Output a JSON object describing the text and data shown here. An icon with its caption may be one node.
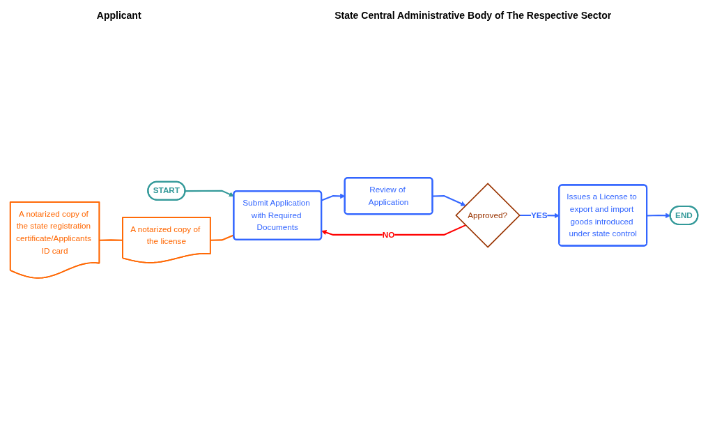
{
  "diagram": {
    "nodes": [
      {
        "text": [
          "START"
        ]
      },
      {
        "text": [
          "A notarized copy of the state registration certificate/Applicants ID card"
        ]
      },
      {
        "text": [
          "A notarized copy of the license"
        ]
      },
      {
        "text": [
          "Submit Application with Required Documents"
        ]
      },
      {
        "text": [
          "Review of Application"
        ]
      },
      {
        "text": [
          "Approved?"
        ]
      },
      {
        "text": [
          "Issues a License to export and import goods introduced under state control"
        ]
      },
      {
        "text": [
          "END"
        ]
      }
    ],
    "edges": [
      {
        "from": 0,
        "to": 3,
        "arrow": "to",
        "color": "#339999"
      },
      {
        "from": 1,
        "to": 2,
        "arrow": "none",
        "color": "#ff6600"
      },
      {
        "from": 2,
        "to": 3,
        "arrow": "none",
        "color": "#ff6600"
      },
      {
        "from": 3,
        "to": 4,
        "arrow": "to"
      },
      {
        "from": 4,
        "to": 5,
        "arrow": "to"
      },
      {
        "from": 5,
        "to": 3,
        "arrow": "to",
        "label": "NO",
        "color": "#ff0000"
      },
      {
        "from": 5,
        "to": 6,
        "arrow": "to",
        "label": "YES"
      },
      {
        "from": 6,
        "to": 7,
        "arrow": "to"
      }
    ],
    "labels": [
      "Applicant",
      "State Central Administrative Body of The Respective Sector"
    ]
  }
}
